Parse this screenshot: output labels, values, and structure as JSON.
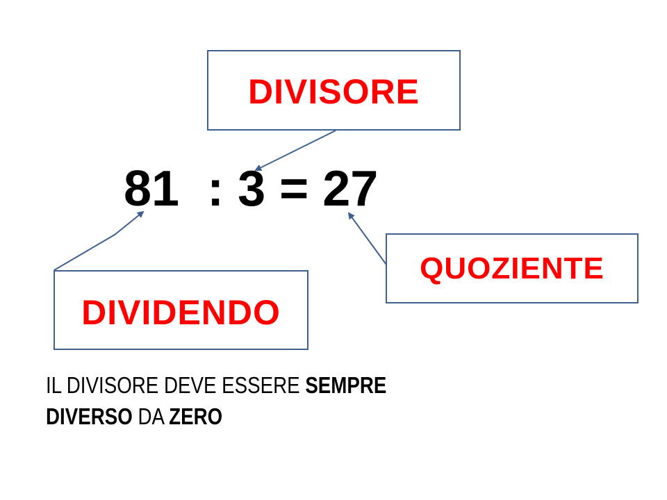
{
  "slide": {
    "equation": {
      "dividend": "81",
      "operator": ":",
      "divisor": "3",
      "equals": "=",
      "quotient": "27"
    },
    "labels": {
      "divisore": "DIVISORE",
      "dividendo": "DIVIDENDO",
      "quoziente": "QUOZIENTE"
    },
    "note": {
      "part1": "IL DIVISORE DEVE ESSERE ",
      "part2_bold": "SEMPRE",
      "part3_bold": "DIVERSO",
      "part4": " DA ",
      "part5_bold": "ZERO"
    },
    "colors": {
      "label_text": "#ff0000",
      "box_border": "#3f5f8f",
      "arrow": "#3f5f8f",
      "equation_text": "#000000"
    }
  }
}
